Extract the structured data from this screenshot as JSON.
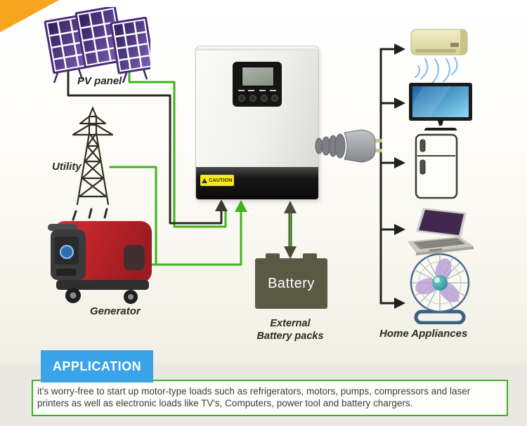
{
  "colors": {
    "accent_orange": "#f7a41f",
    "line_green": "#3db41c",
    "line_black": "#2b2b1d",
    "arrow_olive": "#4b4c39",
    "distribution_black": "#1f1f1f",
    "battery_olive": "#585a44",
    "heading_blue": "#3ba3e8",
    "box_border_green": "#3faf28",
    "pv_purple": "#4a2a78"
  },
  "labels": {
    "pv": "PV panel",
    "utility": "Utility",
    "generator": "Generator",
    "battery": "Battery",
    "battery_caption_1": "External",
    "battery_caption_2": "Battery packs",
    "appliances": "Home Appliances",
    "caution": "CAUTION"
  },
  "application": {
    "heading": "APPLICATION",
    "body_line_1": "it's worry-free to start up motor-type loads such as refrigerators, motors, pumps, compressors and laser",
    "body_line_2": "printers as well as electronic loads like TV's, Computers, power tool and battery chargers."
  },
  "icons": {
    "left": [
      "solar-panel-icon",
      "utility-tower-icon",
      "generator-icon"
    ],
    "center": [
      "inverter-unit",
      "power-plug-icon",
      "battery-icon"
    ],
    "right": [
      "air-conditioner-icon",
      "television-icon",
      "refrigerator-icon",
      "laptop-icon",
      "fan-icon"
    ]
  }
}
